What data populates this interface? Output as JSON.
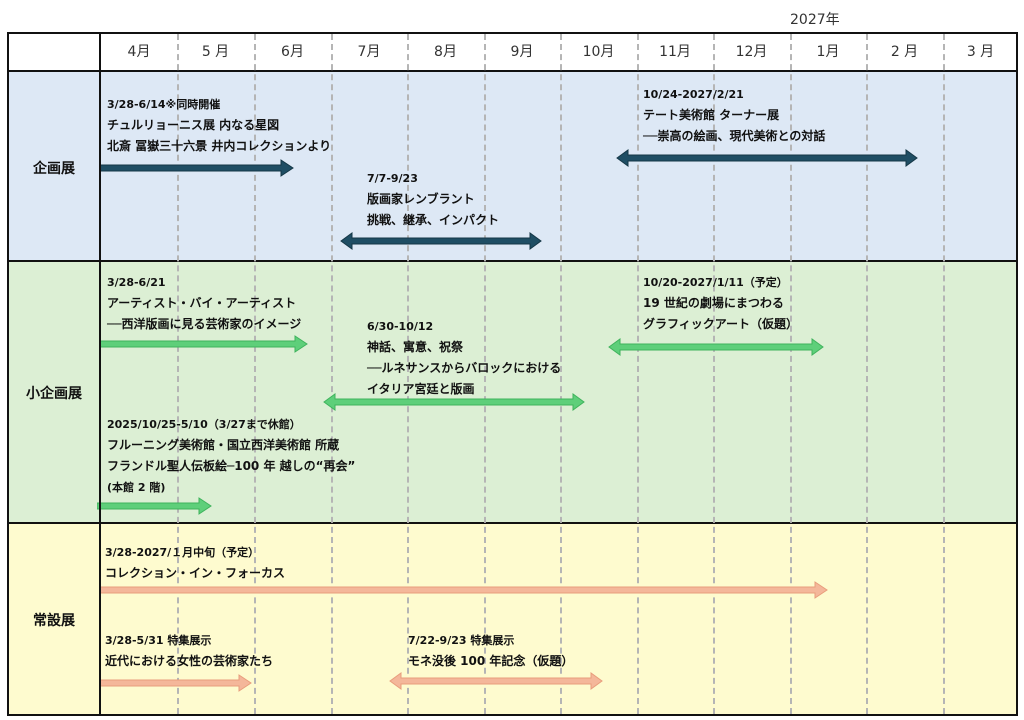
{
  "year_label": "2027年",
  "months": [
    "4月",
    "5 月",
    "6月",
    "7月",
    "8月",
    "9月",
    "10月",
    "11月",
    "12月",
    "1月",
    "2 月",
    "3 月"
  ],
  "colors": {
    "row_kikaku_bg": "#dde8f5",
    "row_shokikaku_bg": "#dcefd4",
    "row_josetsu_bg": "#fefbcf",
    "arrow_kikaku": "#1f4e64",
    "arrow_shokikaku": "#5ecf7a",
    "arrow_josetsu": "#f4b79a"
  },
  "rows": [
    {
      "label": "企画展",
      "events": [
        {
          "date": "3/28-6/14※同時開催",
          "lines": [
            "チュルリョーニス展 内なる星図",
            "北斎 冨嶽三十六景 井内コレクションより"
          ],
          "arrow": "right"
        },
        {
          "date": "7/7-9/23",
          "lines": [
            "版画家レンブラント",
            "挑戦、継承、インパクト"
          ],
          "arrow": "both"
        },
        {
          "date": "10/24-2027/2/21",
          "lines": [
            "テート美術館 ターナー展",
            "──崇高の絵画、現代美術との対話"
          ],
          "arrow": "both"
        }
      ]
    },
    {
      "label": "小企画展",
      "events": [
        {
          "date": "3/28-6/21",
          "lines": [
            "アーティスト・バイ・アーティスト",
            "──西洋版画に見る芸術家のイメージ"
          ],
          "arrow": "right"
        },
        {
          "date": "6/30-10/12",
          "lines": [
            "神話、寓意、祝祭",
            "──ルネサンスからバロックにおける",
            "イタリア宮廷と版画"
          ],
          "arrow": "both"
        },
        {
          "date": "10/20-2027/1/11（予定）",
          "lines": [
            "19 世紀の劇場にまつわる",
            "グラフィックアート（仮題）"
          ],
          "arrow": "both"
        },
        {
          "date": "2025/10/25-5/10（3/27まで休館）",
          "lines": [
            "フルーニング美術館・国立西洋美術館 所蔵",
            "フランドル聖人伝板絵─100 年 越しの“再会”",
            "(本館 2 階)"
          ],
          "arrow": "right"
        }
      ]
    },
    {
      "label": "常設展",
      "events": [
        {
          "date": "3/28-2027/１月中旬（予定）",
          "lines": [
            "コレクション・イン・フォーカス"
          ],
          "arrow": "right"
        },
        {
          "date": "3/28-5/31 特集展示",
          "lines": [
            "近代における女性の芸術家たち"
          ],
          "arrow": "right"
        },
        {
          "date": "7/22-9/23 特集展示",
          "lines": [
            "モネ没後 100 年記念（仮題）"
          ],
          "arrow": "both"
        }
      ]
    }
  ]
}
